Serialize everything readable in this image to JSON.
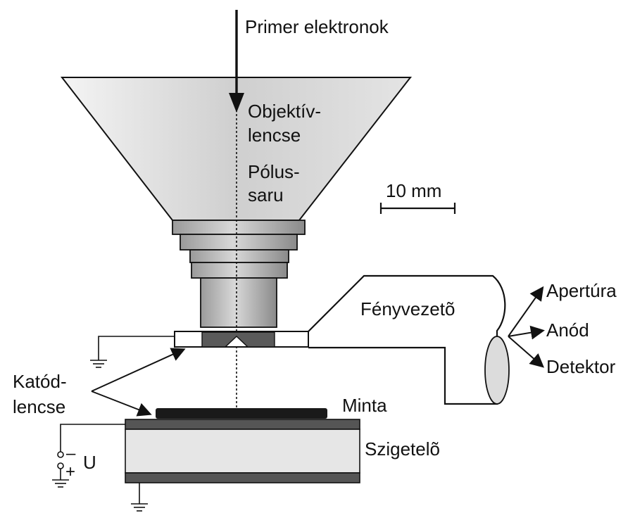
{
  "labels": {
    "primary_electrons": "Primer elektronok",
    "objective_lens_1": "Objektív-",
    "objective_lens_2": "lencse",
    "pole_piece_1": "Pólus-",
    "pole_piece_2": "saru",
    "scale_bar": "10 mm",
    "light_guide": "Fényvezetõ",
    "aperture": "Apertúra",
    "anode": "Anód",
    "detector": "Detektor",
    "cathode_lens_1": "Katód-",
    "cathode_lens_2": "lencse",
    "sample": "Minta",
    "insulator": "Szigetelõ",
    "voltage": "U",
    "minus_sign": "–",
    "plus_sign": "+"
  },
  "colors": {
    "ink": "#111111",
    "cone_light": "#f2f2f2",
    "cone_dark": "#b8b8b8",
    "insulator_fill": "#e6e6e6",
    "plate_fill": "#555555",
    "sample_fill": "#1a1a1a"
  }
}
